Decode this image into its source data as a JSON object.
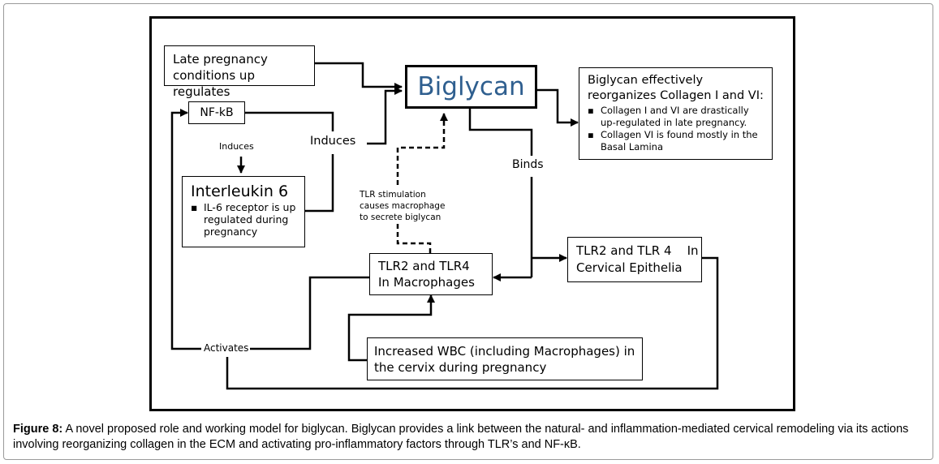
{
  "nodes": {
    "late_pregnancy": {
      "lines": [
        "Late pregnancy",
        "conditions up regulates"
      ]
    },
    "biglycan": {
      "label": "Biglycan",
      "color": "#2f5f8f"
    },
    "collagen": {
      "title_lines": [
        "Biglycan effectively",
        "reorganizes Collagen I and VI:"
      ],
      "bullets": [
        {
          "mark": "▪",
          "lines": [
            "Collagen I and VI are drastically",
            "up-regulated in late pregnancy."
          ]
        },
        {
          "mark": "▪",
          "lines": [
            "Collagen VI is found mostly in the",
            "Basal Lamina"
          ]
        }
      ]
    },
    "nfkb": {
      "label": "NF-kB"
    },
    "interleukin": {
      "title": "Interleukin 6",
      "bullets": [
        {
          "mark": "▪",
          "lines": [
            "IL-6 receptor is up",
            "regulated during",
            "pregnancy"
          ]
        }
      ]
    },
    "tlr_macrophages": {
      "lines": [
        "TLR2 and TLR4",
        "In Macrophages"
      ]
    },
    "tlr_cervical": {
      "lines": [
        "TLR2 and TLR 4    In",
        "Cervical Epithelia"
      ]
    },
    "wbc": {
      "lines": [
        "Increased WBC (including Macrophages) in",
        "the cervix during pregnancy"
      ]
    }
  },
  "edge_labels": {
    "induces_small": "Induces",
    "induces_large": "Induces",
    "binds": "Binds",
    "activates": "Activates",
    "tlr_stimulation": [
      "TLR stimulation",
      "causes macrophage",
      "to secrete biglycan"
    ]
  },
  "caption": {
    "label": "Figure 8:",
    "text": " A novel proposed role and working model for biglycan. Biglycan provides a link between the natural- and inflammation-mediated cervical remodeling via its actions involving reorganizing collagen in the ECM and activating pro-inflammatory factors through TLR’s and NF-κB."
  }
}
